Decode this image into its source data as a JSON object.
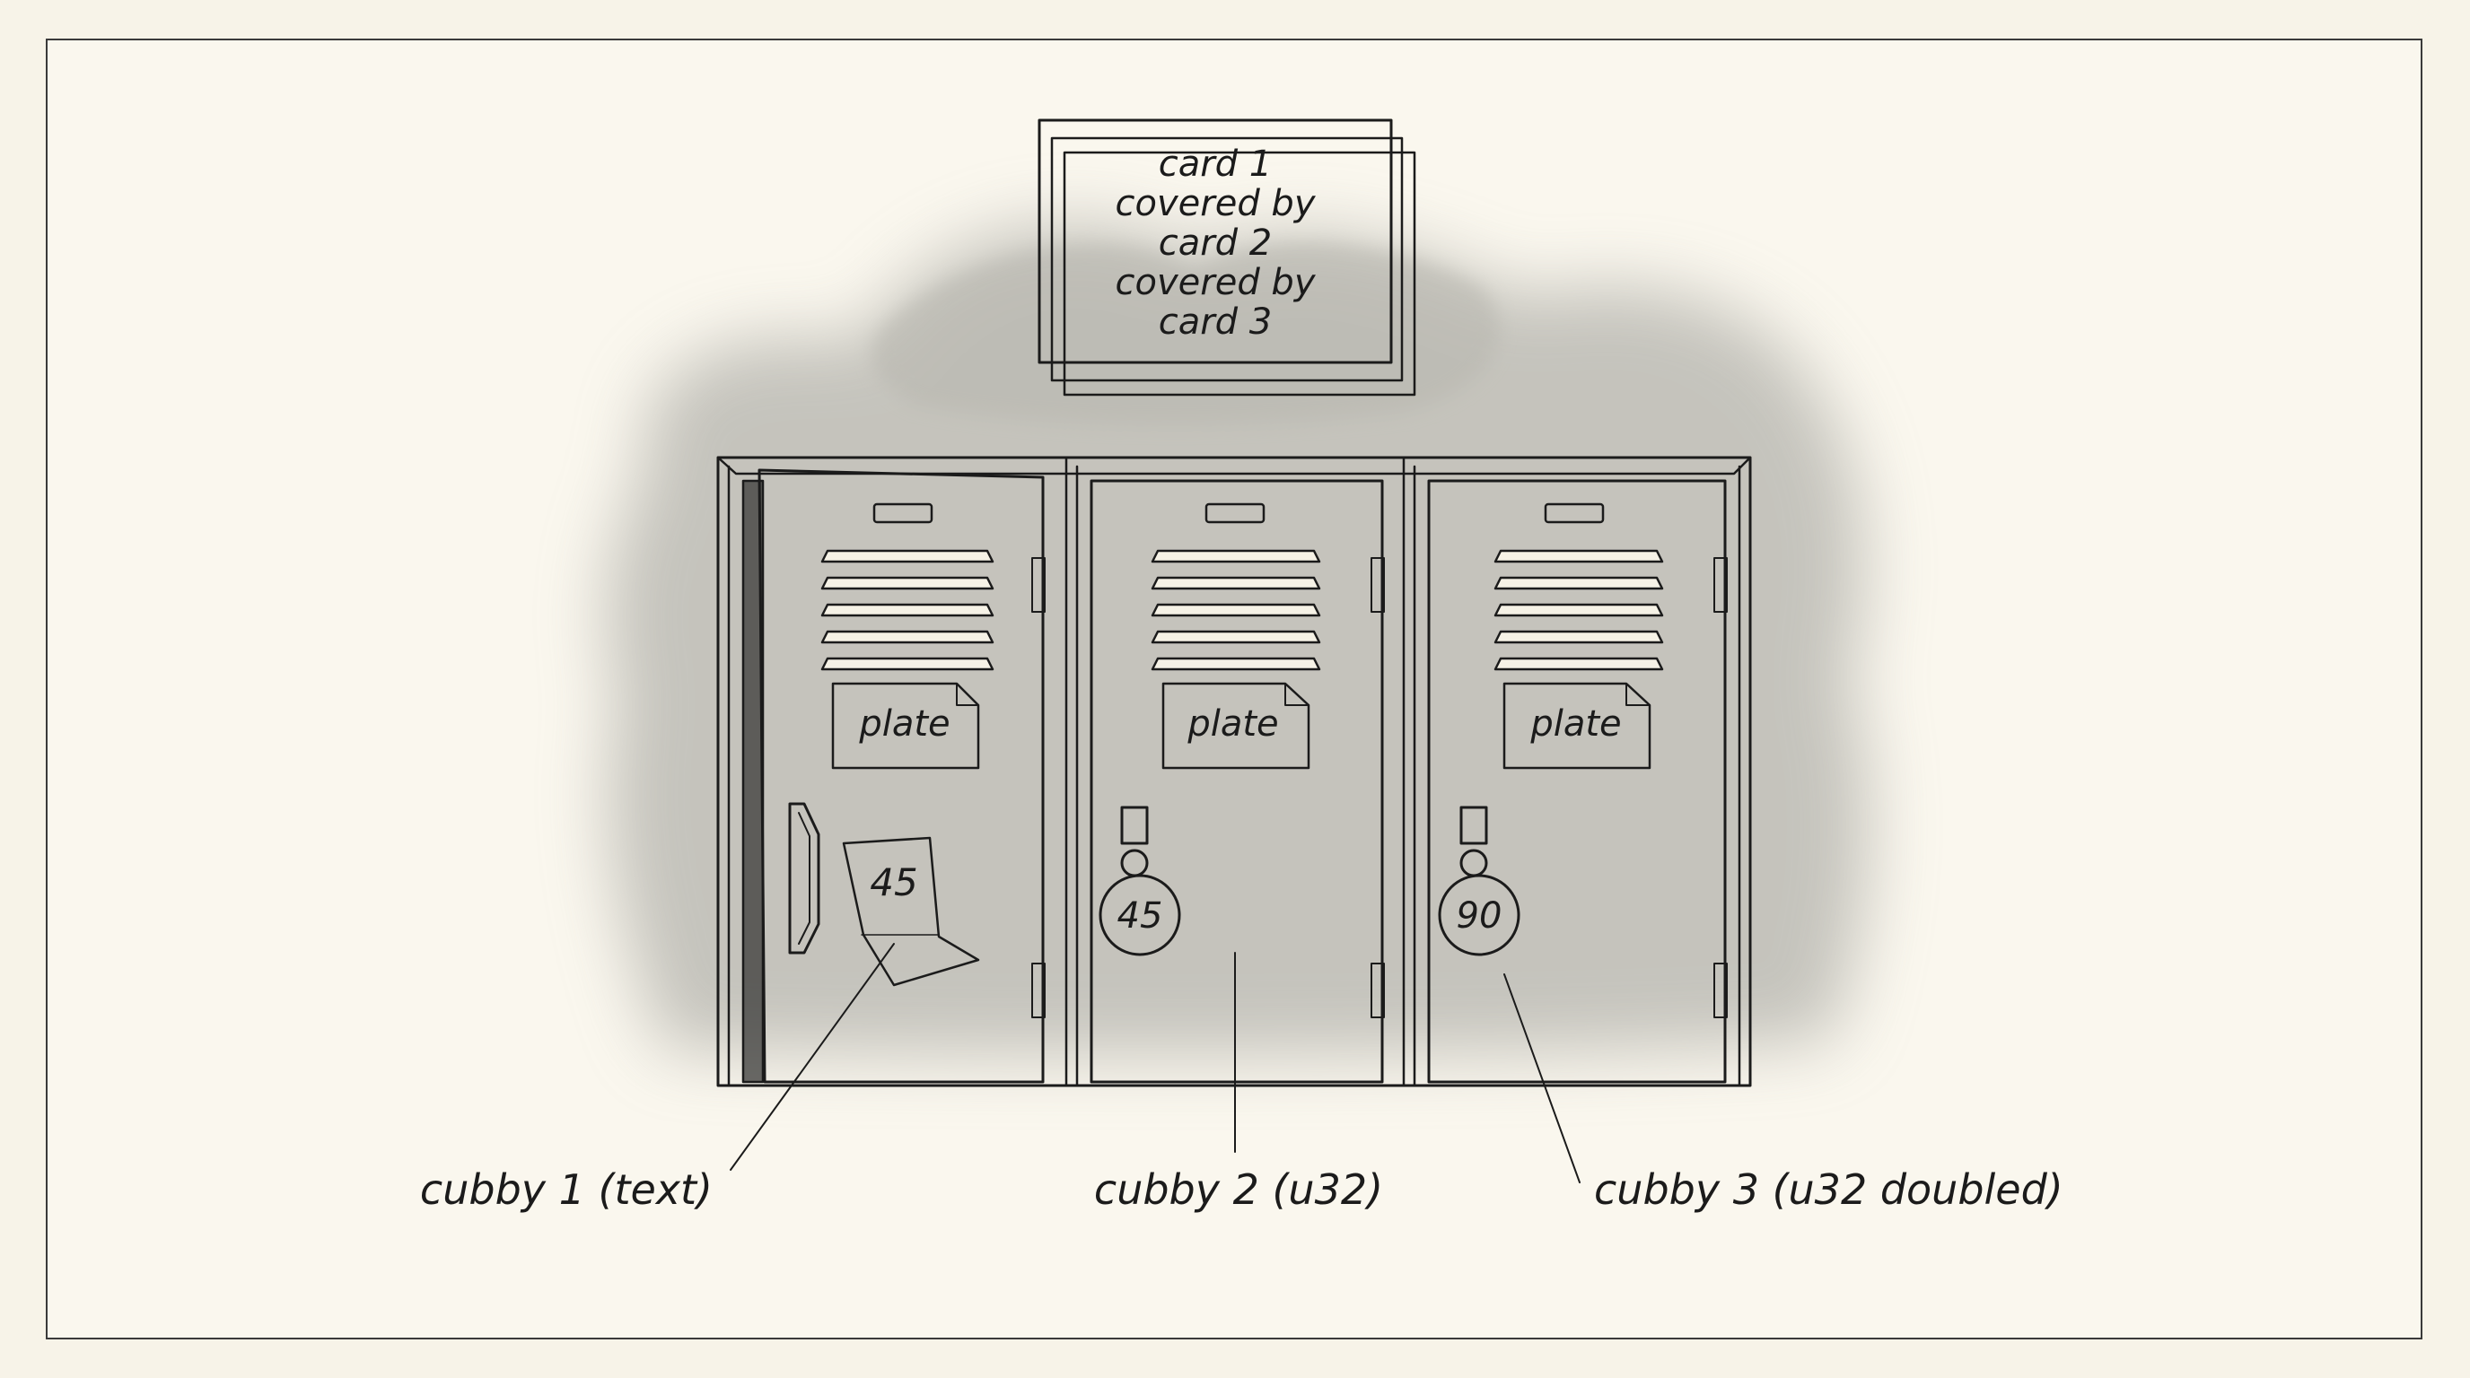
{
  "card_stack": {
    "lines": [
      "card 1",
      "covered by",
      "card 2",
      "covered by",
      "card 3"
    ]
  },
  "lockers": [
    {
      "plate_label": "plate",
      "tag_value": "45",
      "caption": "cubby 1 (text)"
    },
    {
      "plate_label": "plate",
      "tag_value": "45",
      "caption": "cubby 2 (u32)"
    },
    {
      "plate_label": "plate",
      "tag_value": "90",
      "caption": "cubby 3 (u32 doubled)"
    }
  ],
  "colors": {
    "paper": "#f7f3e8",
    "ink": "#1b1b1b",
    "wash": "#8a8a84",
    "tag_fill": "#e4e1d8"
  }
}
